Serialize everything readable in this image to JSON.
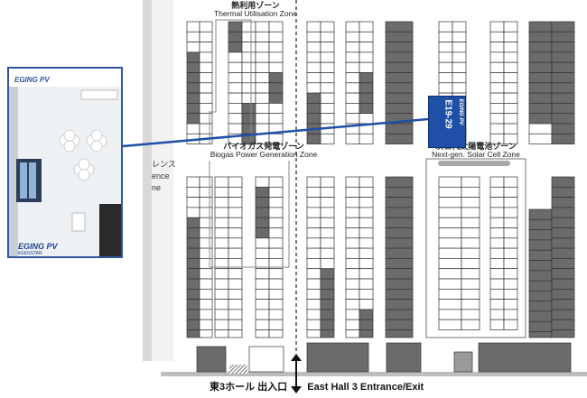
{
  "zones": {
    "thermal": {
      "jp": "熱利用ゾーン",
      "en": "Thermal Utilisation Zone"
    },
    "biogas": {
      "jp": "バイオガス発電ゾーン",
      "en": "Biogas Power Generation Zone"
    },
    "solar": {
      "jp": "次世代太陽電池ゾーン",
      "en": "Next-gen. Solar Cell Zone"
    }
  },
  "entrance": {
    "jp": "東3ホール 出入口",
    "en": "East Hall 3 Entrance/Exit"
  },
  "left_fragment": {
    "line1": "レンス",
    "line2": "ence",
    "line3": "ne"
  },
  "highlighted_booth": {
    "id": "E19-29",
    "brand": "EGING PV",
    "color": "#1f4fa6"
  },
  "booth_photo": {
    "brand": "EGING PV",
    "brand_small": "EGING PV",
    "tagline": "KEENSTAR",
    "frame_color": "#2f55a0"
  },
  "colors": {
    "booth_dark": "#6b6b6b",
    "booth_light": "#ffffff",
    "connector": "#1f4fa6"
  }
}
